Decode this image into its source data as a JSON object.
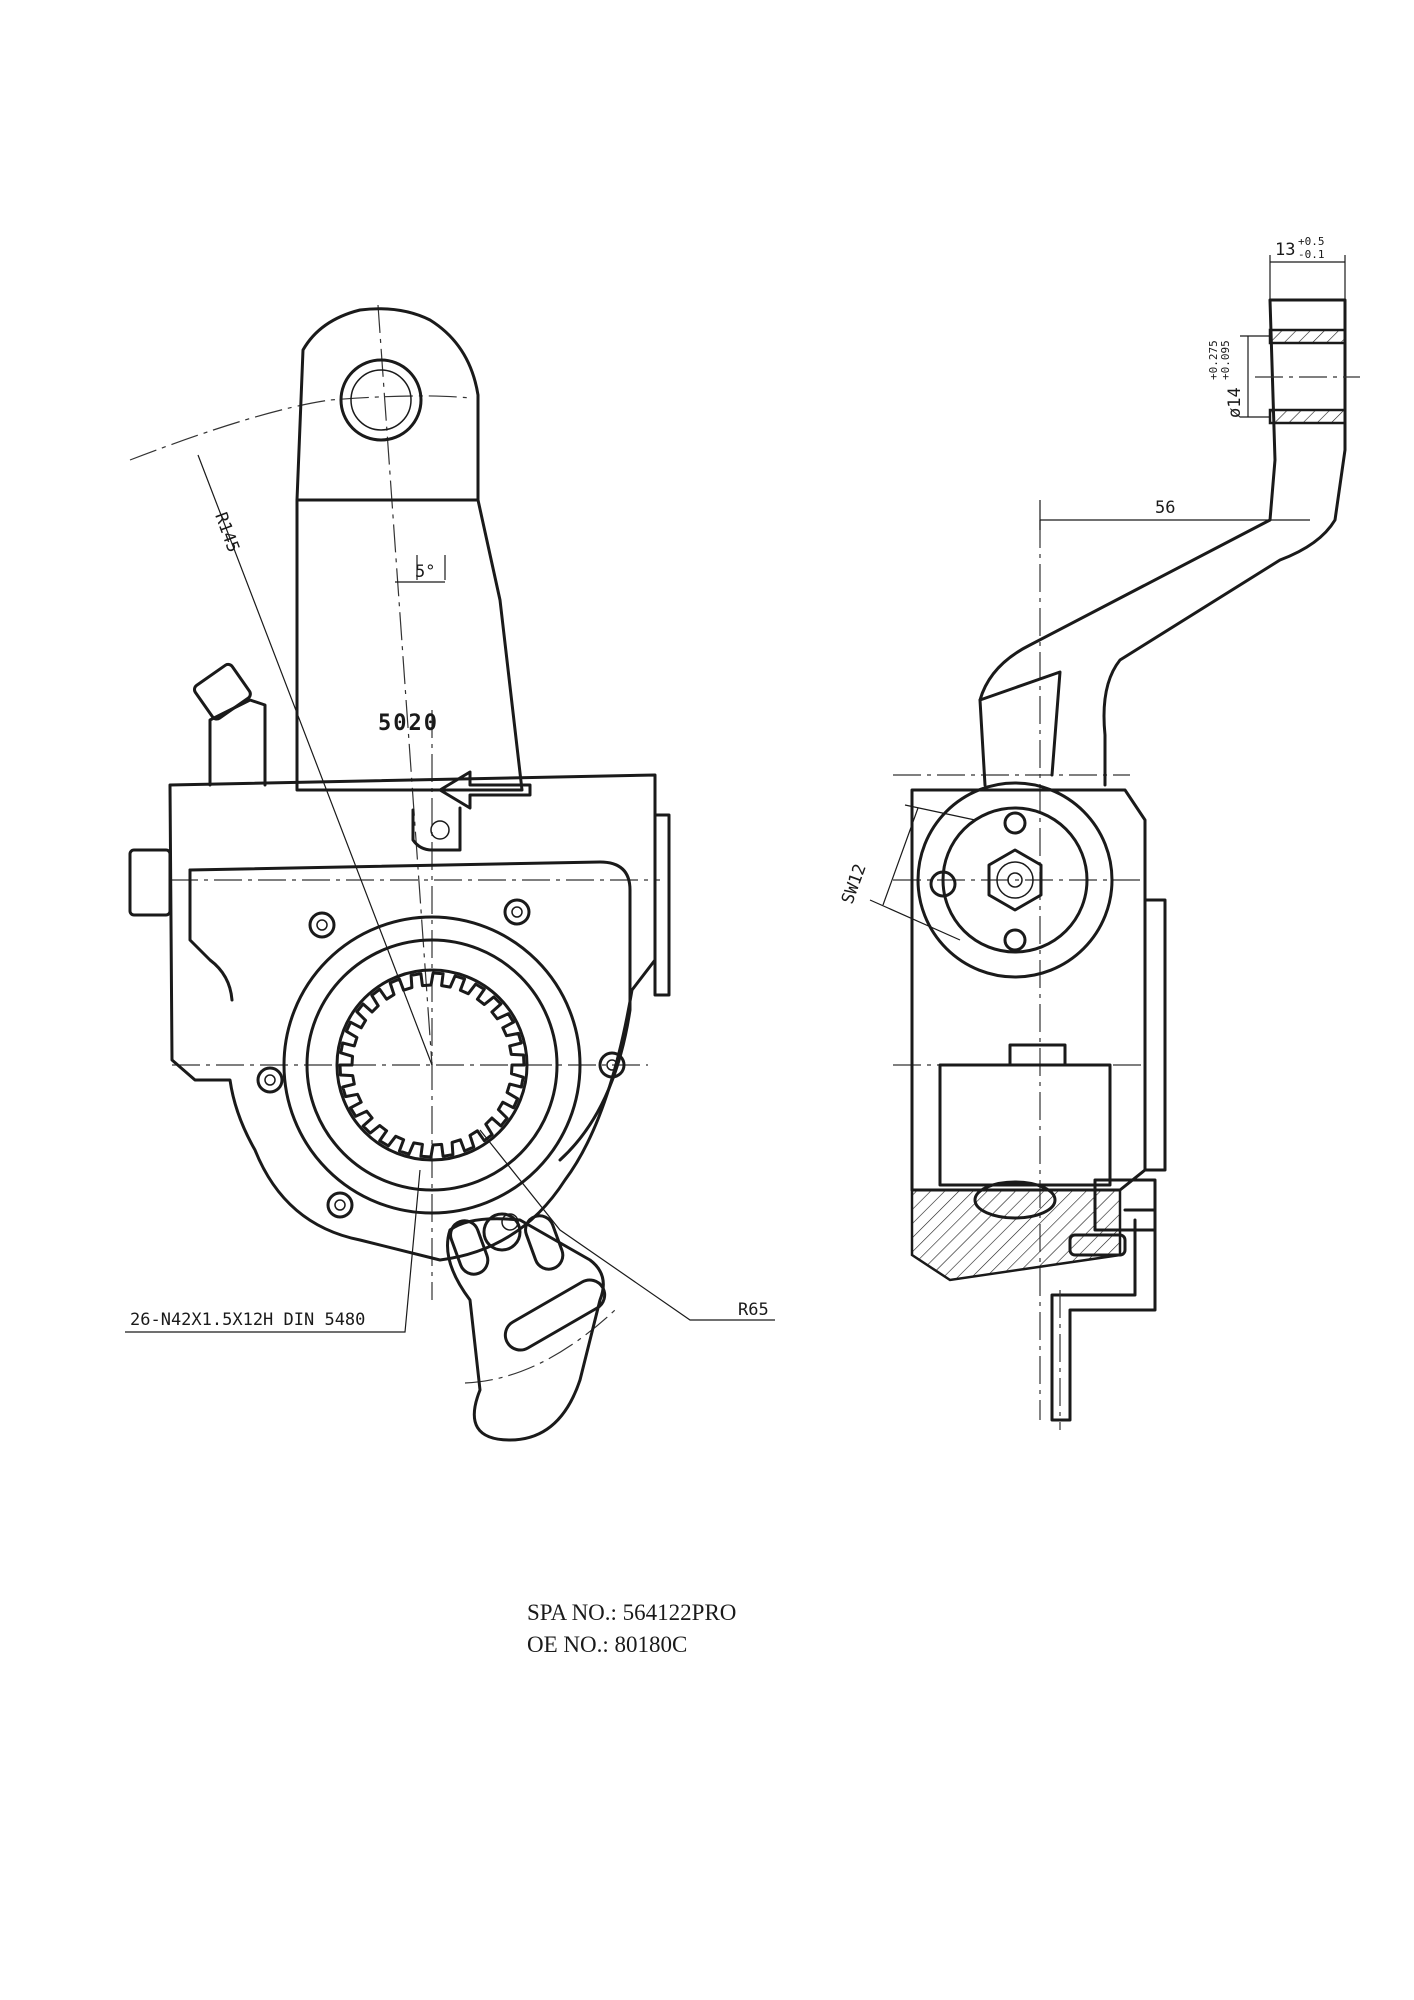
{
  "part_number_label": "5020",
  "dimensions": {
    "radius_large": "R145",
    "angle": "5°",
    "spline_spec": "26-N42X1.5X12H DIN 5480",
    "radius_small": "R65",
    "offset": "56",
    "width_nominal": "13",
    "width_tol_upper": "+0.5",
    "width_tol_lower": "-0.1",
    "hole_nominal": "ø14",
    "hole_tol_upper": "+0.275",
    "hole_tol_lower": "+0.095",
    "wrench_size": "SW12"
  },
  "caption": {
    "spa_no": "SPA NO.: 564122PRO",
    "oe_no": "OE NO.: 80180C"
  }
}
